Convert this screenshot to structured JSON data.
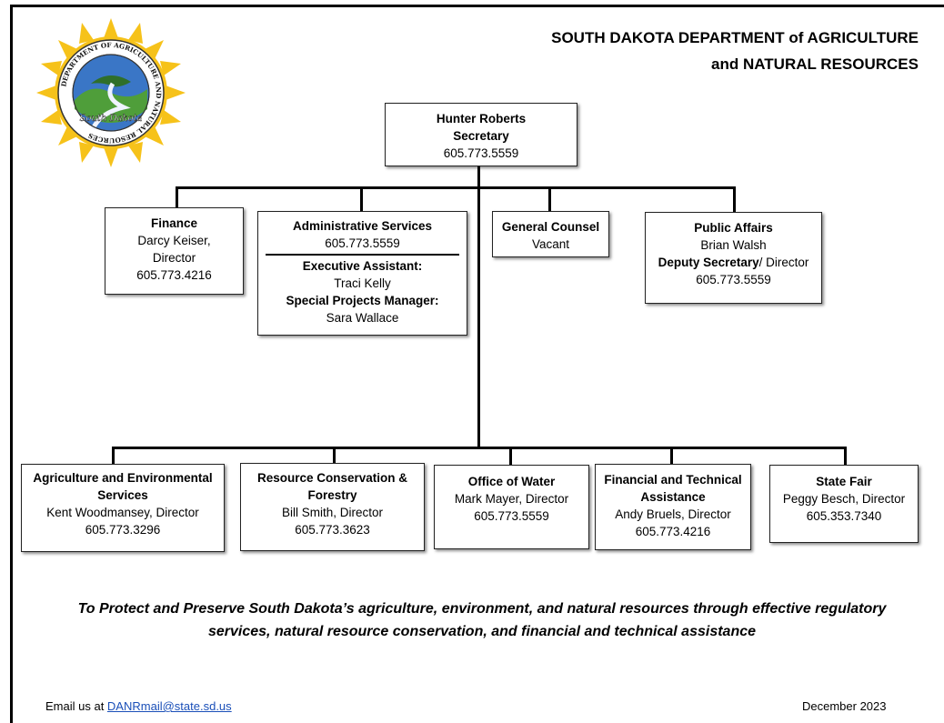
{
  "header": {
    "line1": "SOUTH DAKOTA DEPARTMENT of AGRICULTURE",
    "line2": "and NATURAL RESOURCES"
  },
  "logo": {
    "ring_text": "DEPARTMENT OF AGRICULTURE AND NATURAL RESOURCES",
    "script_text": "South Dakota",
    "colors": {
      "sun": "#f6c21a",
      "ring": "#ffffff",
      "sky": "#3a76c6",
      "hills": "#4f9e3a",
      "river": "#f0f4ff"
    }
  },
  "secretary": {
    "name": "Hunter Roberts",
    "title": "Secretary",
    "phone": "605.773.5559"
  },
  "upper_units": {
    "finance": {
      "name": "Finance",
      "person": "Darcy Keiser,",
      "role": "Director",
      "phone": "605.773.4216"
    },
    "admin": {
      "name": "Administrative Services",
      "phone": "605.773.5559",
      "exec_label": "Executive Assistant:",
      "exec_name": "Traci Kelly",
      "spm_label": "Special Projects Manager:",
      "spm_name": "Sara Wallace"
    },
    "counsel": {
      "name": "General Counsel",
      "person": "Vacant"
    },
    "public_affairs": {
      "name": "Public Affairs",
      "person": "Brian Walsh",
      "role_bold": "Deputy Secretary",
      "role_rest": "/ Director",
      "phone": "605.773.5559"
    }
  },
  "divisions": [
    {
      "line1": "Agriculture and Environmental",
      "line2": "Services",
      "person": "Kent Woodmansey, Director",
      "phone": "605.773.3296"
    },
    {
      "line1": "Resource Conservation &",
      "line2": "Forestry",
      "person": "Bill Smith, Director",
      "phone": "605.773.3623"
    },
    {
      "line1": "Office of Water",
      "line2": "",
      "person": "Mark Mayer, Director",
      "phone": "605.773.5559"
    },
    {
      "line1": "Financial and Technical",
      "line2": "Assistance",
      "person": "Andy Bruels, Director",
      "phone": "605.773.4216"
    },
    {
      "line1": "State Fair",
      "line2": "",
      "person": "Peggy Besch, Director",
      "phone": "605.353.7340"
    }
  ],
  "mission": {
    "line1": "To Protect and Preserve South Dakota’s agriculture, environment, and natural resources through effective regulatory",
    "line2": "services, natural resource conservation, and financial and technical assistance"
  },
  "footer": {
    "email_prefix": "Email us at ",
    "email": "DANRmail@state.sd.us",
    "date": "December 2023"
  }
}
